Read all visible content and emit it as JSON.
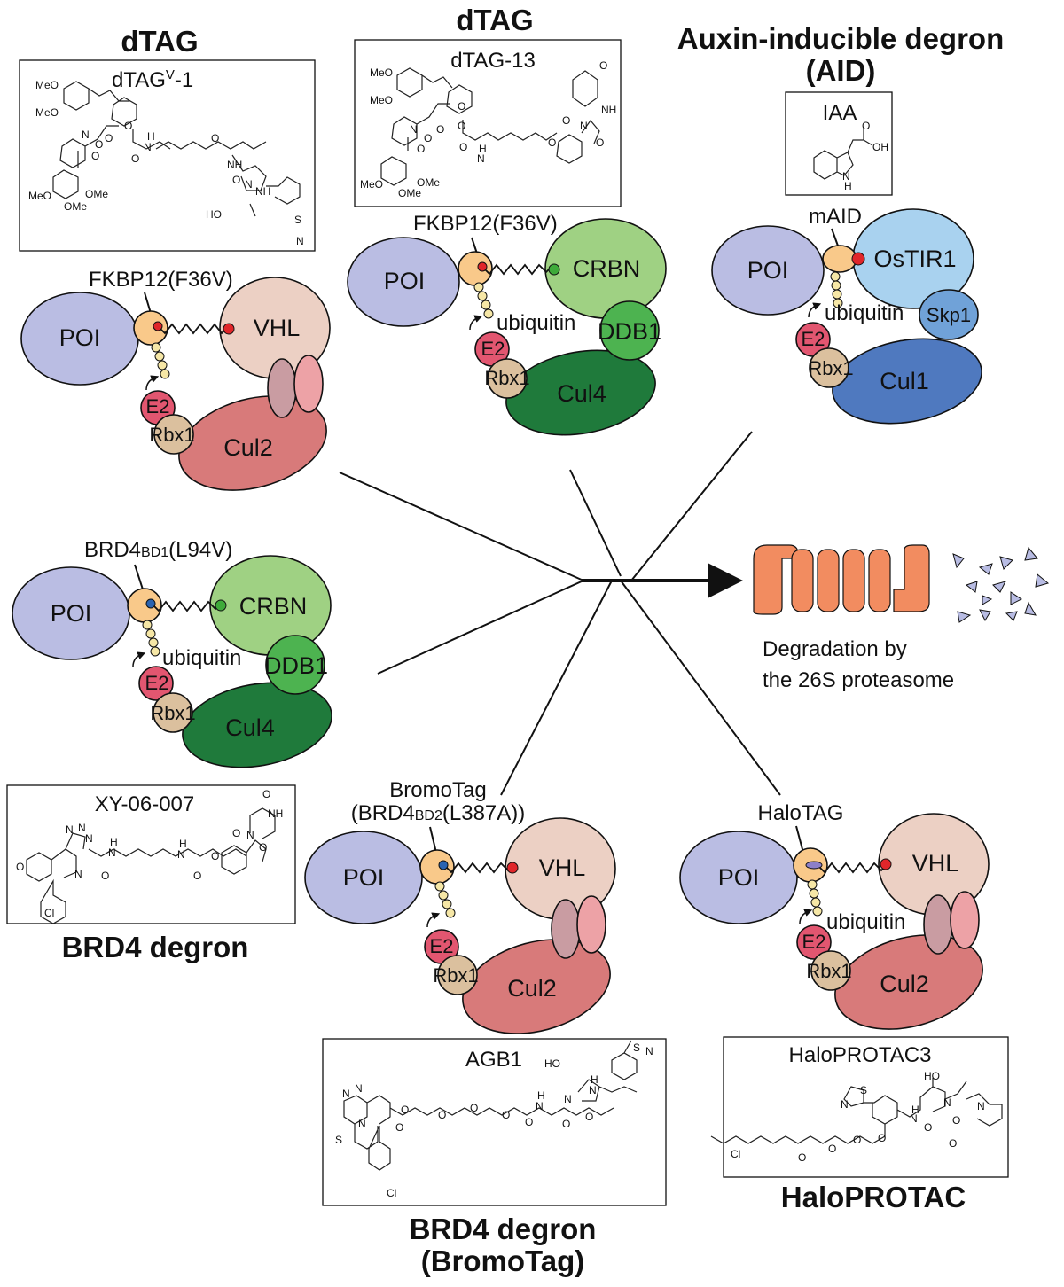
{
  "colors": {
    "poi": "#babde3",
    "fkbp": "#f9c98a",
    "vhl": "#ecd0c4",
    "crbn": "#9fd183",
    "ddb1": "#4db350",
    "cul4": "#1f7a3b",
    "cul2": "#d87a7a",
    "e2": "#e25670",
    "rbx1": "#dbc09e",
    "ostir1": "#a9d2ef",
    "skp1": "#70a2d8",
    "cul1": "#4f79bf",
    "proteasome": "#f28c60",
    "fragments": "#b8bce3",
    "ligand_red": "#e0262a",
    "ligand_green": "#3eaa3a",
    "ligand_blue": "#2a63b0"
  },
  "panel_dtagv1": {
    "title": "dTAG",
    "compound_main": "dTAG",
    "compound_sup": "V",
    "compound_suffix": "-1",
    "atoms": [
      "MeO",
      "MeO",
      "N",
      "O",
      "O",
      "O",
      "O",
      "O",
      "H",
      "N",
      "O",
      "NH",
      "O",
      "N",
      "NH",
      "MeO",
      "OMe",
      "OMe",
      "HO",
      "S",
      "N"
    ],
    "tag": "FKBP12(F36V)",
    "poi": "POI",
    "e3": "VHL",
    "e2": "E2",
    "rbx": "Rbx1",
    "cullin": "Cul2"
  },
  "panel_dtag13": {
    "title": "dTAG",
    "compound": "dTAG-13",
    "atoms": [
      "MeO",
      "MeO",
      "N",
      "O",
      "O",
      "O",
      "O",
      "O",
      "H",
      "N",
      "O",
      "O",
      "N",
      "O",
      "O",
      "NH",
      "O",
      "MeO",
      "OMe",
      "OMe"
    ],
    "tag": "FKBP12(F36V)",
    "poi": "POI",
    "e3": "CRBN",
    "adaptor": "DDB1",
    "ubiquitin": "ubiquitin",
    "e2": "E2",
    "rbx": "Rbx1",
    "cullin": "Cul4"
  },
  "panel_aid": {
    "title_line1": "Auxin-inducible degron",
    "title_line2": "(AID)",
    "compound": "IAA",
    "atoms": [
      "O",
      "OH",
      "N",
      "H"
    ],
    "tag": "mAID",
    "poi": "POI",
    "e3": "OsTIR1",
    "adaptor": "Skp1",
    "ubiquitin": "ubiquitin",
    "e2": "E2",
    "rbx": "Rbx1",
    "cullin": "Cul1"
  },
  "panel_brd4": {
    "title": "BRD4 degron",
    "compound": "XY-06-007",
    "atoms": [
      "N",
      "N",
      "N",
      "O",
      "N",
      "H",
      "N",
      "O",
      "H",
      "N",
      "O",
      "O",
      "NH",
      "O",
      "N",
      "O",
      "O",
      "Cl"
    ],
    "tag_main": "BRD4",
    "tag_sub": "BD1",
    "tag_suffix": "(L94V)",
    "poi": "POI",
    "e3": "CRBN",
    "adaptor": "DDB1",
    "ubiquitin": "ubiquitin",
    "e2": "E2",
    "rbx": "Rbx1",
    "cullin": "Cul4"
  },
  "panel_bromotag": {
    "title_line1": "BRD4 degron",
    "title_line2": "(BromoTag)",
    "compound": "AGB1",
    "atoms": [
      "N",
      "N",
      "N",
      "S",
      "O",
      "O",
      "O",
      "O",
      "O",
      "O",
      "H",
      "N",
      "O",
      "N",
      "HO",
      "O",
      "H",
      "N",
      "S",
      "N",
      "Cl"
    ],
    "tag_line1": "BromoTag",
    "tag_line2_main": "(BRD4",
    "tag_line2_sub": "BD2",
    "tag_line2_suffix": "(L387A))",
    "poi": "POI",
    "e3": "VHL",
    "e2": "E2",
    "rbx": "Rbx1",
    "cullin": "Cul2"
  },
  "panel_halo": {
    "title": "HaloPROTAC",
    "compound": "HaloPROTAC3",
    "atoms": [
      "S",
      "N",
      "HO",
      "H",
      "N",
      "O",
      "N",
      "O",
      "N",
      "O",
      "Cl",
      "O",
      "O",
      "O",
      "O"
    ],
    "tag": "HaloTAG",
    "poi": "POI",
    "e3": "VHL",
    "ubiquitin": "ubiquitin",
    "e2": "E2",
    "rbx": "Rbx1",
    "cullin": "Cul2"
  },
  "center": {
    "result_line1": "Degradation by",
    "result_line2": "the 26S proteasome"
  }
}
